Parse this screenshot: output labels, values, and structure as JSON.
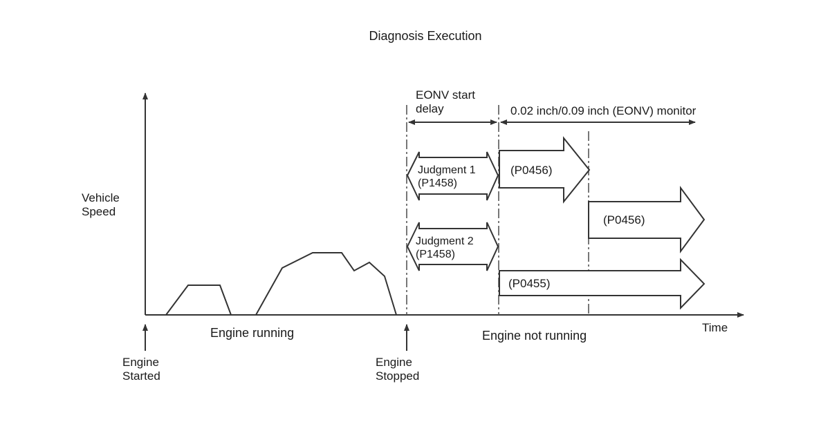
{
  "title": "Diagnosis Execution",
  "axes": {
    "y_label_line1": "Vehicle",
    "y_label_line2": "Speed",
    "x_label": "Time"
  },
  "phases": {
    "engine_running": "Engine running",
    "engine_not_running": "Engine not running"
  },
  "events": {
    "engine_started_line1": "Engine",
    "engine_started_line2": "Started",
    "engine_stopped_line1": "Engine",
    "engine_stopped_line2": "Stopped"
  },
  "spans": {
    "start_delay_line1": "EONV start",
    "start_delay_line2": "delay",
    "monitor": "0.02 inch/0.09 inch (EONV) monitor"
  },
  "blocks": {
    "judgment1_line1": "Judgment 1",
    "judgment1_line2": "(P1458)",
    "judgment2_line1": "Judgment 2",
    "judgment2_line2": "(P1458)",
    "p0456_a": "(P0456)",
    "p0456_b": "(P0456)",
    "p0455": "(P0455)"
  },
  "colors": {
    "line": "#333333",
    "text": "#1a1a1a",
    "background": "#ffffff"
  }
}
